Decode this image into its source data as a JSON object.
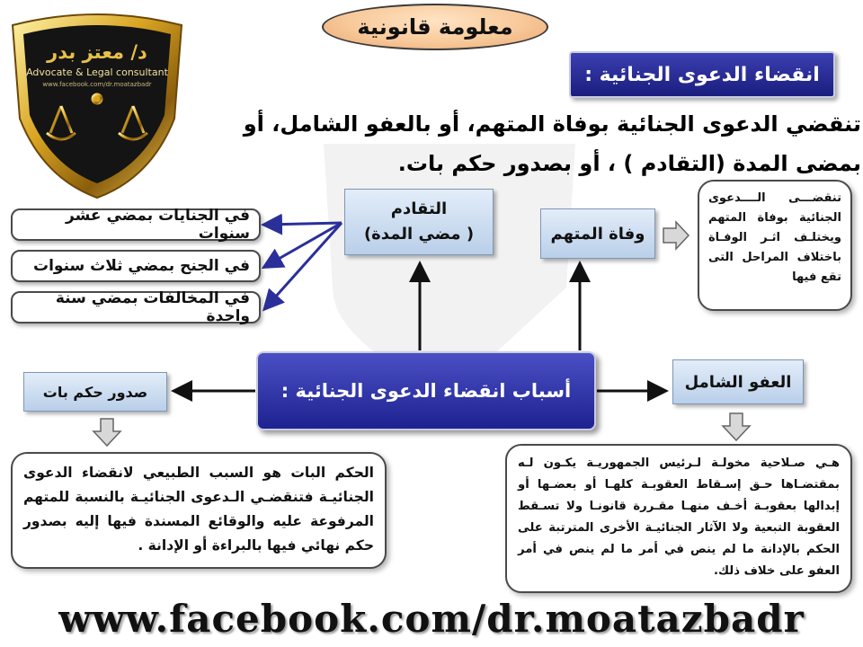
{
  "title": "معلومة قانونية",
  "logo": {
    "name": "د/ معتز بدر",
    "subtitle": "Advocate & Legal consultant",
    "url": "www.facebook.com/dr.moatazbadr"
  },
  "header": "انقضاء الدعوى الجنائية :",
  "intro": "تنقضي الدعوى الجنائية بوفاة المتهم، أو بالعفو الشامل، أو بمضى المدة (التقادم ) ، أو  بصدور حكم بات.",
  "center": "أسباب انقضاء الدعوى الجنائية :",
  "causes": {
    "prescription": "التقادم\n( مضي المدة)",
    "death": "وفاة المتهم",
    "amnesty": "العفو الشامل",
    "final_judgment": "صدور حكم بات"
  },
  "prescription_periods": [
    "في الجنايات بمضي عشر سنوات",
    "في الجنح بمضي ثلاث سنوات",
    "في المخالفات بمضي سنة واحدة"
  ],
  "notes": {
    "death": "تنقضـــى الــــدعوى الجنائية بوفاة المتهم ويختلـف اثـر الوفـاة باختلاف المراحل التى تقع فيها",
    "final_judgment": "الحكم البات هو السبب الطبيعي لانقضاء الدعوى الجنائيـة فتنقضـي الـدعوى الجنائيـة بالنسبة للمتهم المرفوعة عليه والوقائع المسندة فيها إليه بصدور حكم نهائي فيها بالبراءة أو الإدانة .",
    "amnesty": "هـي صـلاحية مخولـة لـرئيس الجمهوريـة يكـون لـه بمقتضـاها حـق إسـقاط العقوبـة كلهـا أو بعضـها أو إبدالها بعقوبـة أخـف منهـا مقـررة قانونـا ولا تسـقط العقوبة التبعية ولا الآثار الجنائيـة الأخرى المترتبة على الحكم بالإدانة ما لم ينص في أمر ما لم ينص في أمر العفو على خلاف ذلك."
  },
  "footer": "www.facebook.com/dr.moatazbadr",
  "colors": {
    "navy": "#1e2290",
    "light_blue": "#cfdff3",
    "oval_orange": "#f8c99a",
    "gold": "#d9a522"
  }
}
